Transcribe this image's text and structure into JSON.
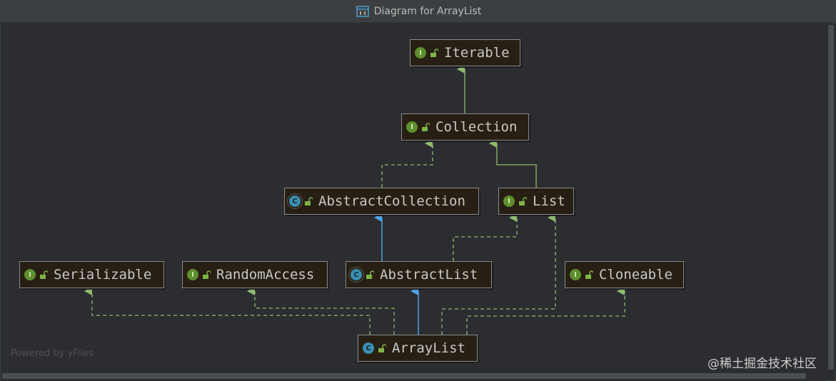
{
  "window": {
    "title": "Diagram for ArrayList",
    "title_icon": "diagram-icon"
  },
  "diagram": {
    "nodes": {
      "iterable": {
        "label": "Iterable",
        "kind": "interface",
        "badge": "I"
      },
      "collection": {
        "label": "Collection",
        "kind": "interface",
        "badge": "I"
      },
      "abstract_collection": {
        "label": "AbstractCollection",
        "kind": "abstract-class",
        "badge": "C"
      },
      "list": {
        "label": "List",
        "kind": "interface",
        "badge": "I"
      },
      "serializable": {
        "label": "Serializable",
        "kind": "interface",
        "badge": "I"
      },
      "random_access": {
        "label": "RandomAccess",
        "kind": "interface",
        "badge": "I"
      },
      "abstract_list": {
        "label": "AbstractList",
        "kind": "abstract-class",
        "badge": "C"
      },
      "cloneable": {
        "label": "Cloneable",
        "kind": "interface",
        "badge": "I"
      },
      "array_list": {
        "label": "ArrayList",
        "kind": "class",
        "badge": "C"
      }
    },
    "edges": [
      {
        "from": "collection",
        "to": "iterable",
        "type": "extends-interface"
      },
      {
        "from": "abstract_collection",
        "to": "collection",
        "type": "implements"
      },
      {
        "from": "list",
        "to": "collection",
        "type": "extends-interface"
      },
      {
        "from": "abstract_list",
        "to": "abstract_collection",
        "type": "extends-class"
      },
      {
        "from": "abstract_list",
        "to": "list",
        "type": "implements"
      },
      {
        "from": "array_list",
        "to": "abstract_list",
        "type": "extends-class"
      },
      {
        "from": "array_list",
        "to": "list",
        "type": "implements"
      },
      {
        "from": "array_list",
        "to": "serializable",
        "type": "implements"
      },
      {
        "from": "array_list",
        "to": "random_access",
        "type": "implements"
      },
      {
        "from": "array_list",
        "to": "cloneable",
        "type": "implements"
      }
    ],
    "colors": {
      "interface_edge": "#8fba6e",
      "class_edge": "#4fa3e6",
      "node_bg": "#271f13",
      "node_border": "#8a8a8a"
    }
  },
  "footer": {
    "powered_by": "Powered by yFiles",
    "watermark": "@稀土掘金技术社区"
  }
}
